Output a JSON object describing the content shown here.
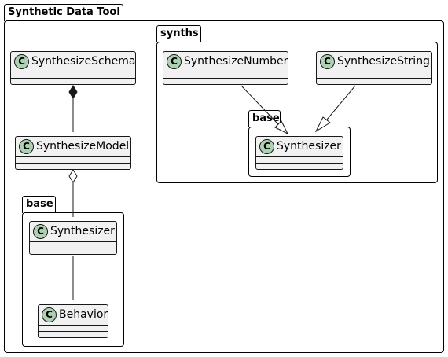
{
  "packages": {
    "root": "Synthetic Data Tool",
    "synths": "synths",
    "synths_base": "base",
    "base": "base"
  },
  "classes": {
    "synthesize_schema": "SynthesizeSchema",
    "synthesize_model": "SynthesizeModel",
    "base_synthesizer": "Synthesizer",
    "behavior": "Behavior",
    "synthesize_number": "SynthesizeNumber",
    "synthesize_string": "SynthesizeString",
    "synths_synthesizer": "Synthesizer"
  },
  "class_icon_letter": "C",
  "colors": {
    "class_fill": "#f1f1f1",
    "class_icon": "#add1b2",
    "border": "#181818"
  }
}
